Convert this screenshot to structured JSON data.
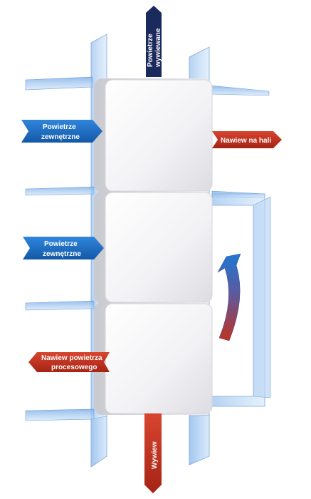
{
  "labels": {
    "exhaust_top_1": "Powietrze",
    "exhaust_top_2": "wywiewane",
    "outdoor_air_1_line1": "Powietrze",
    "outdoor_air_1_line2": "zewnętrzne",
    "supply_hall": "Nawiew na hali",
    "outdoor_air_2_line1": "Powietrze",
    "outdoor_air_2_line2": "zewnętrzne",
    "process_supply_line1": "Nawiew powietrza",
    "process_supply_line2": "procesowego",
    "exhaust_bottom": "Wywiew"
  },
  "colors": {
    "blue_arrow": "#1d6fc4",
    "blue_arrow_dark": "#0f4f9a",
    "red_arrow": "#c0311f",
    "red_arrow_dark": "#8f1f12",
    "navy_arrow": "#1a2a5c",
    "duct_glass": "#a9cbf0",
    "module_face": "#f4f4f6"
  }
}
